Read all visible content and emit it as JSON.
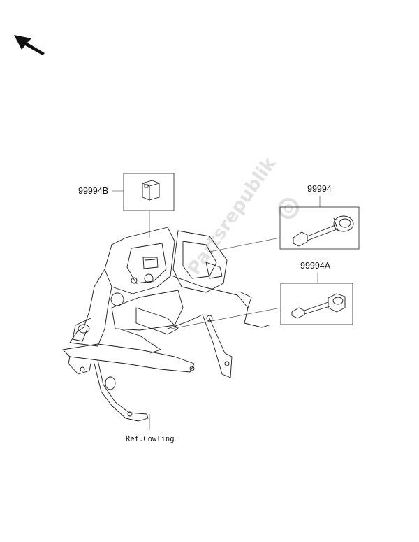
{
  "parts": {
    "accessory_b": "99994B",
    "accessory": "99994",
    "accessory_a": "99994A"
  },
  "reference": "Ref.Cowling",
  "watermark": "Partsrepublik",
  "icons": [
    "direction-arrow-icon",
    "gear-watermark-icon"
  ]
}
